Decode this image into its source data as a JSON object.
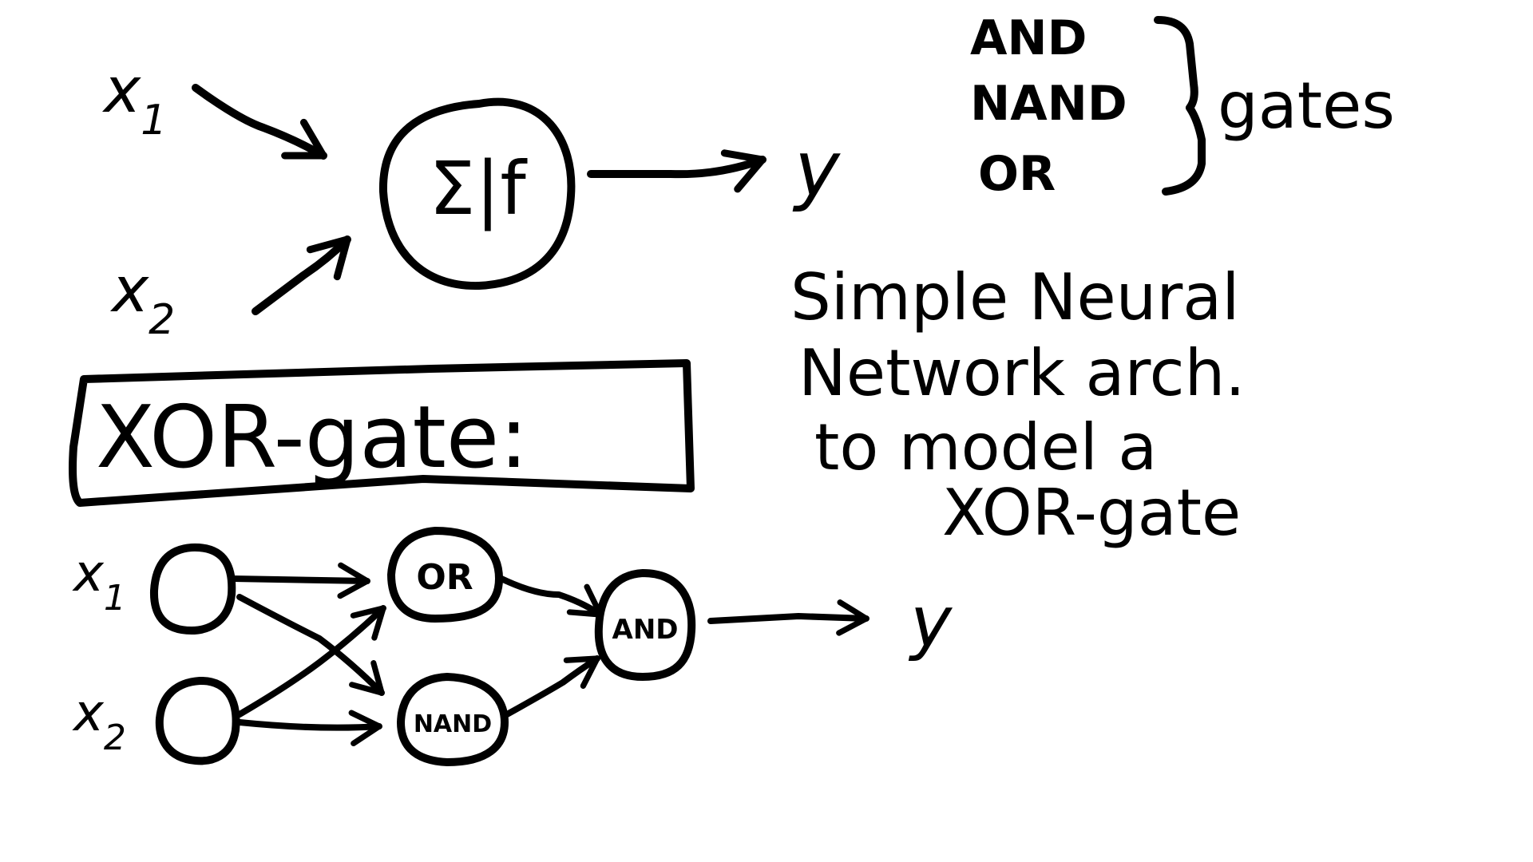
{
  "colors": {
    "ink": "#000000",
    "background": "#ffffff"
  },
  "perceptron": {
    "input_1": {
      "base": "x",
      "sub": "1"
    },
    "input_2": {
      "base": "x",
      "sub": "2"
    },
    "neuron_label": "Σ|f",
    "output": "y"
  },
  "gates_note": {
    "gates": [
      "AND",
      "NAND",
      "OR"
    ],
    "label": "gates"
  },
  "description": {
    "lines": [
      "Simple Neural",
      "Network arch.",
      "to model a",
      "XOR-gate"
    ]
  },
  "xor_title": "XOR-gate:",
  "xor_network": {
    "input_1": {
      "base": "x",
      "sub": "1"
    },
    "input_2": {
      "base": "x",
      "sub": "2"
    },
    "or_node": "OR",
    "nand_node": "NAND",
    "and_node": "AND",
    "output": "y"
  }
}
